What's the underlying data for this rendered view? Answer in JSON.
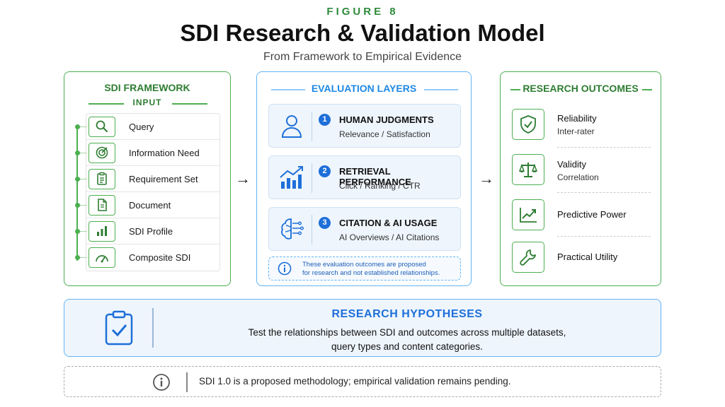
{
  "header": {
    "figure_label": "FIGURE 8",
    "title": "SDI Research & Validation Model",
    "subtitle": "From Framework to Empirical Evidence"
  },
  "framework": {
    "title": "SDI FRAMEWORK",
    "input_label": "INPUT",
    "items": [
      {
        "label": "Query",
        "icon": "search-icon"
      },
      {
        "label": "Information Need",
        "icon": "target-icon"
      },
      {
        "label": "Requirement Set",
        "icon": "clipboard-list-icon"
      },
      {
        "label": "Document",
        "icon": "document-icon"
      },
      {
        "label": "SDI Profile",
        "icon": "bar-chart-icon"
      },
      {
        "label": "Composite SDI",
        "icon": "gauge-icon"
      }
    ]
  },
  "evaluation": {
    "title": "EVALUATION LAYERS",
    "layers": [
      {
        "number": "1",
        "heading": "HUMAN JUDGMENTS",
        "sub": "Relevance / Satisfaction",
        "icon": "person-icon"
      },
      {
        "number": "2",
        "heading": "RETRIEVAL PERFORMANCE",
        "sub": "Click / Ranking / CTR",
        "icon": "growth-chart-icon"
      },
      {
        "number": "3",
        "heading": "CITATION & AI USAGE",
        "sub": "AI Overviews / AI Citations",
        "icon": "ai-brain-icon"
      }
    ],
    "note_line1": "These evaluation outcomes are proposed",
    "note_line2": "for research and not established relationships."
  },
  "outcomes": {
    "title": "RESEARCH OUTCOMES",
    "items": [
      {
        "name": "Reliability",
        "desc": "Inter-rater",
        "icon": "shield-check-icon"
      },
      {
        "name": "Validity",
        "desc": "Correlation",
        "icon": "scales-icon"
      },
      {
        "name": "Predictive Power",
        "desc": "",
        "icon": "trend-line-icon"
      },
      {
        "name": "Practical Utility",
        "desc": "",
        "icon": "wrench-icon"
      }
    ]
  },
  "hypotheses": {
    "title": "RESEARCH HYPOTHESES",
    "line1": "Test the relationships between SDI and outcomes across multiple datasets,",
    "line2": "query types and content categories."
  },
  "footer": {
    "note": "SDI 1.0 is a proposed methodology; empirical validation remains pending."
  },
  "colors": {
    "green": "#2e7d32",
    "green_border": "#4caf50",
    "blue": "#1e6fd9",
    "blue_border": "#64b5f6"
  }
}
